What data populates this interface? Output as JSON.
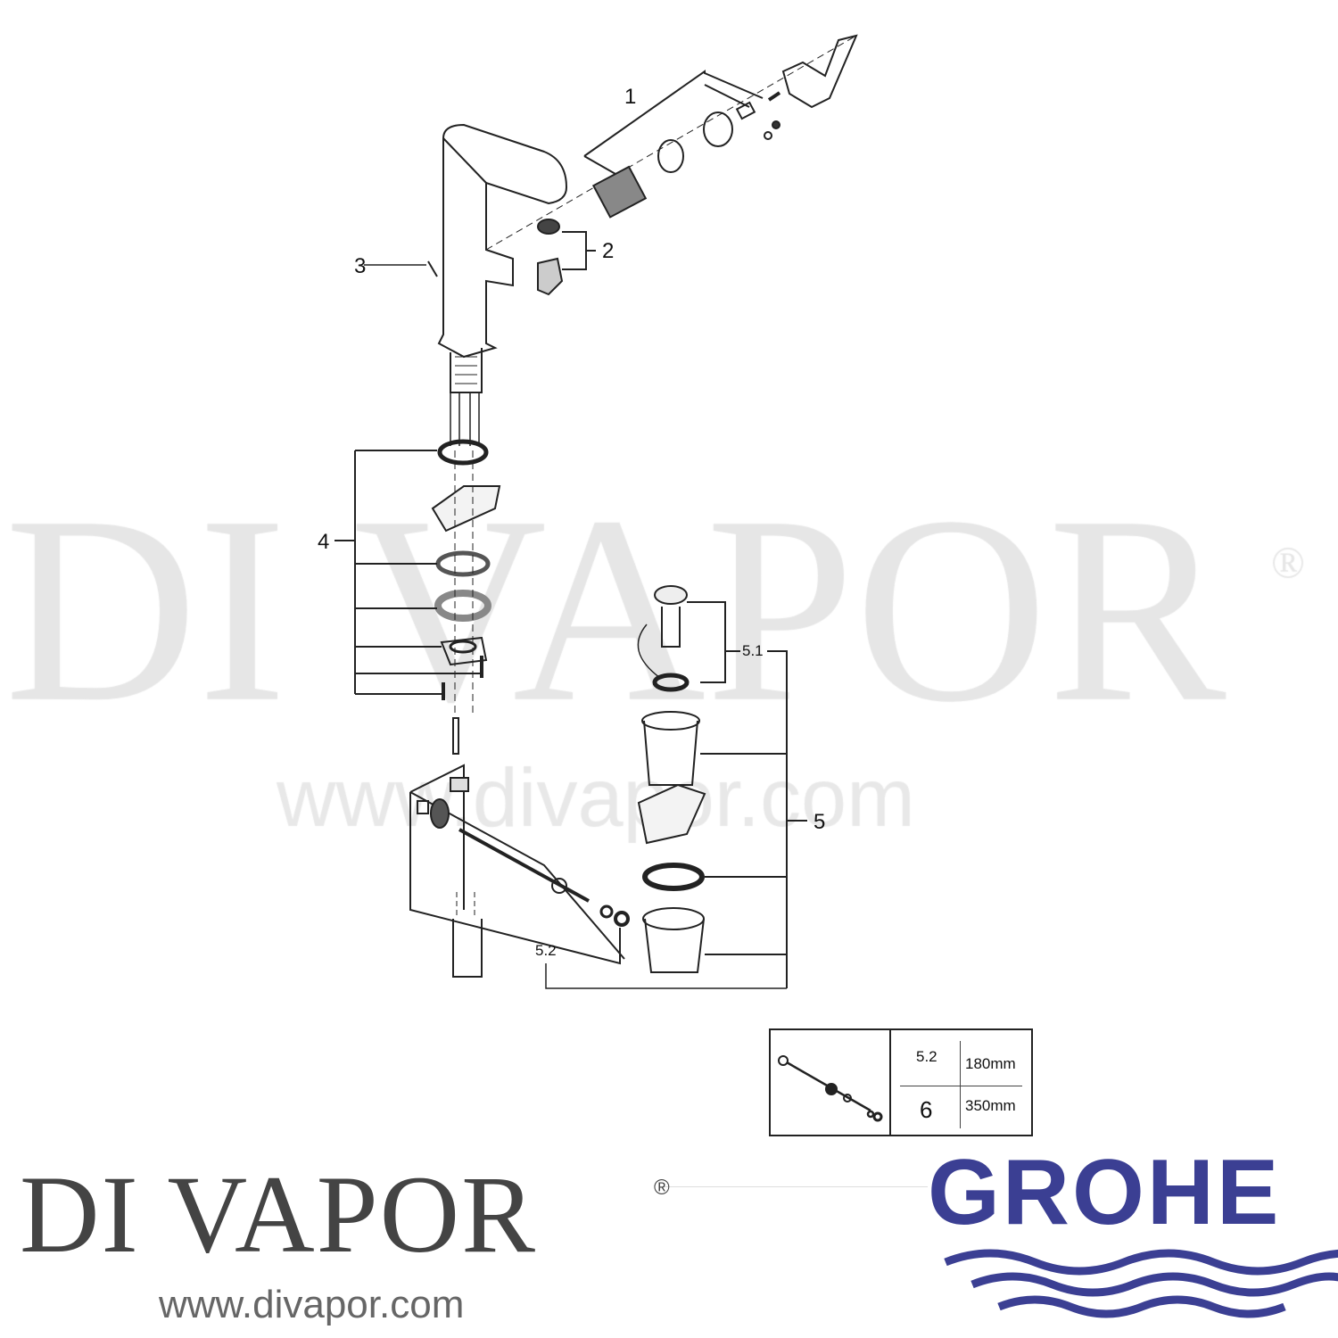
{
  "watermark": {
    "text": "DI VAPOR",
    "registered": "®",
    "url": "www.divapor.com"
  },
  "callouts": {
    "c1": "1",
    "c2": "2",
    "c3": "3",
    "c4": "4",
    "c5": "5",
    "c51": "5.1",
    "c52": "5.2"
  },
  "spec_table": {
    "rows": [
      {
        "item": "5.2",
        "length": "180mm"
      },
      {
        "item": "6",
        "length": "350mm"
      }
    ]
  },
  "footer": {
    "brand": "DI VAPOR",
    "registered": "®",
    "url": "www.divapor.com",
    "manufacturer": "GROHE"
  },
  "colors": {
    "grohe_blue": "#3b3f93",
    "line": "#222222",
    "watermark": "#e6e6e6"
  }
}
